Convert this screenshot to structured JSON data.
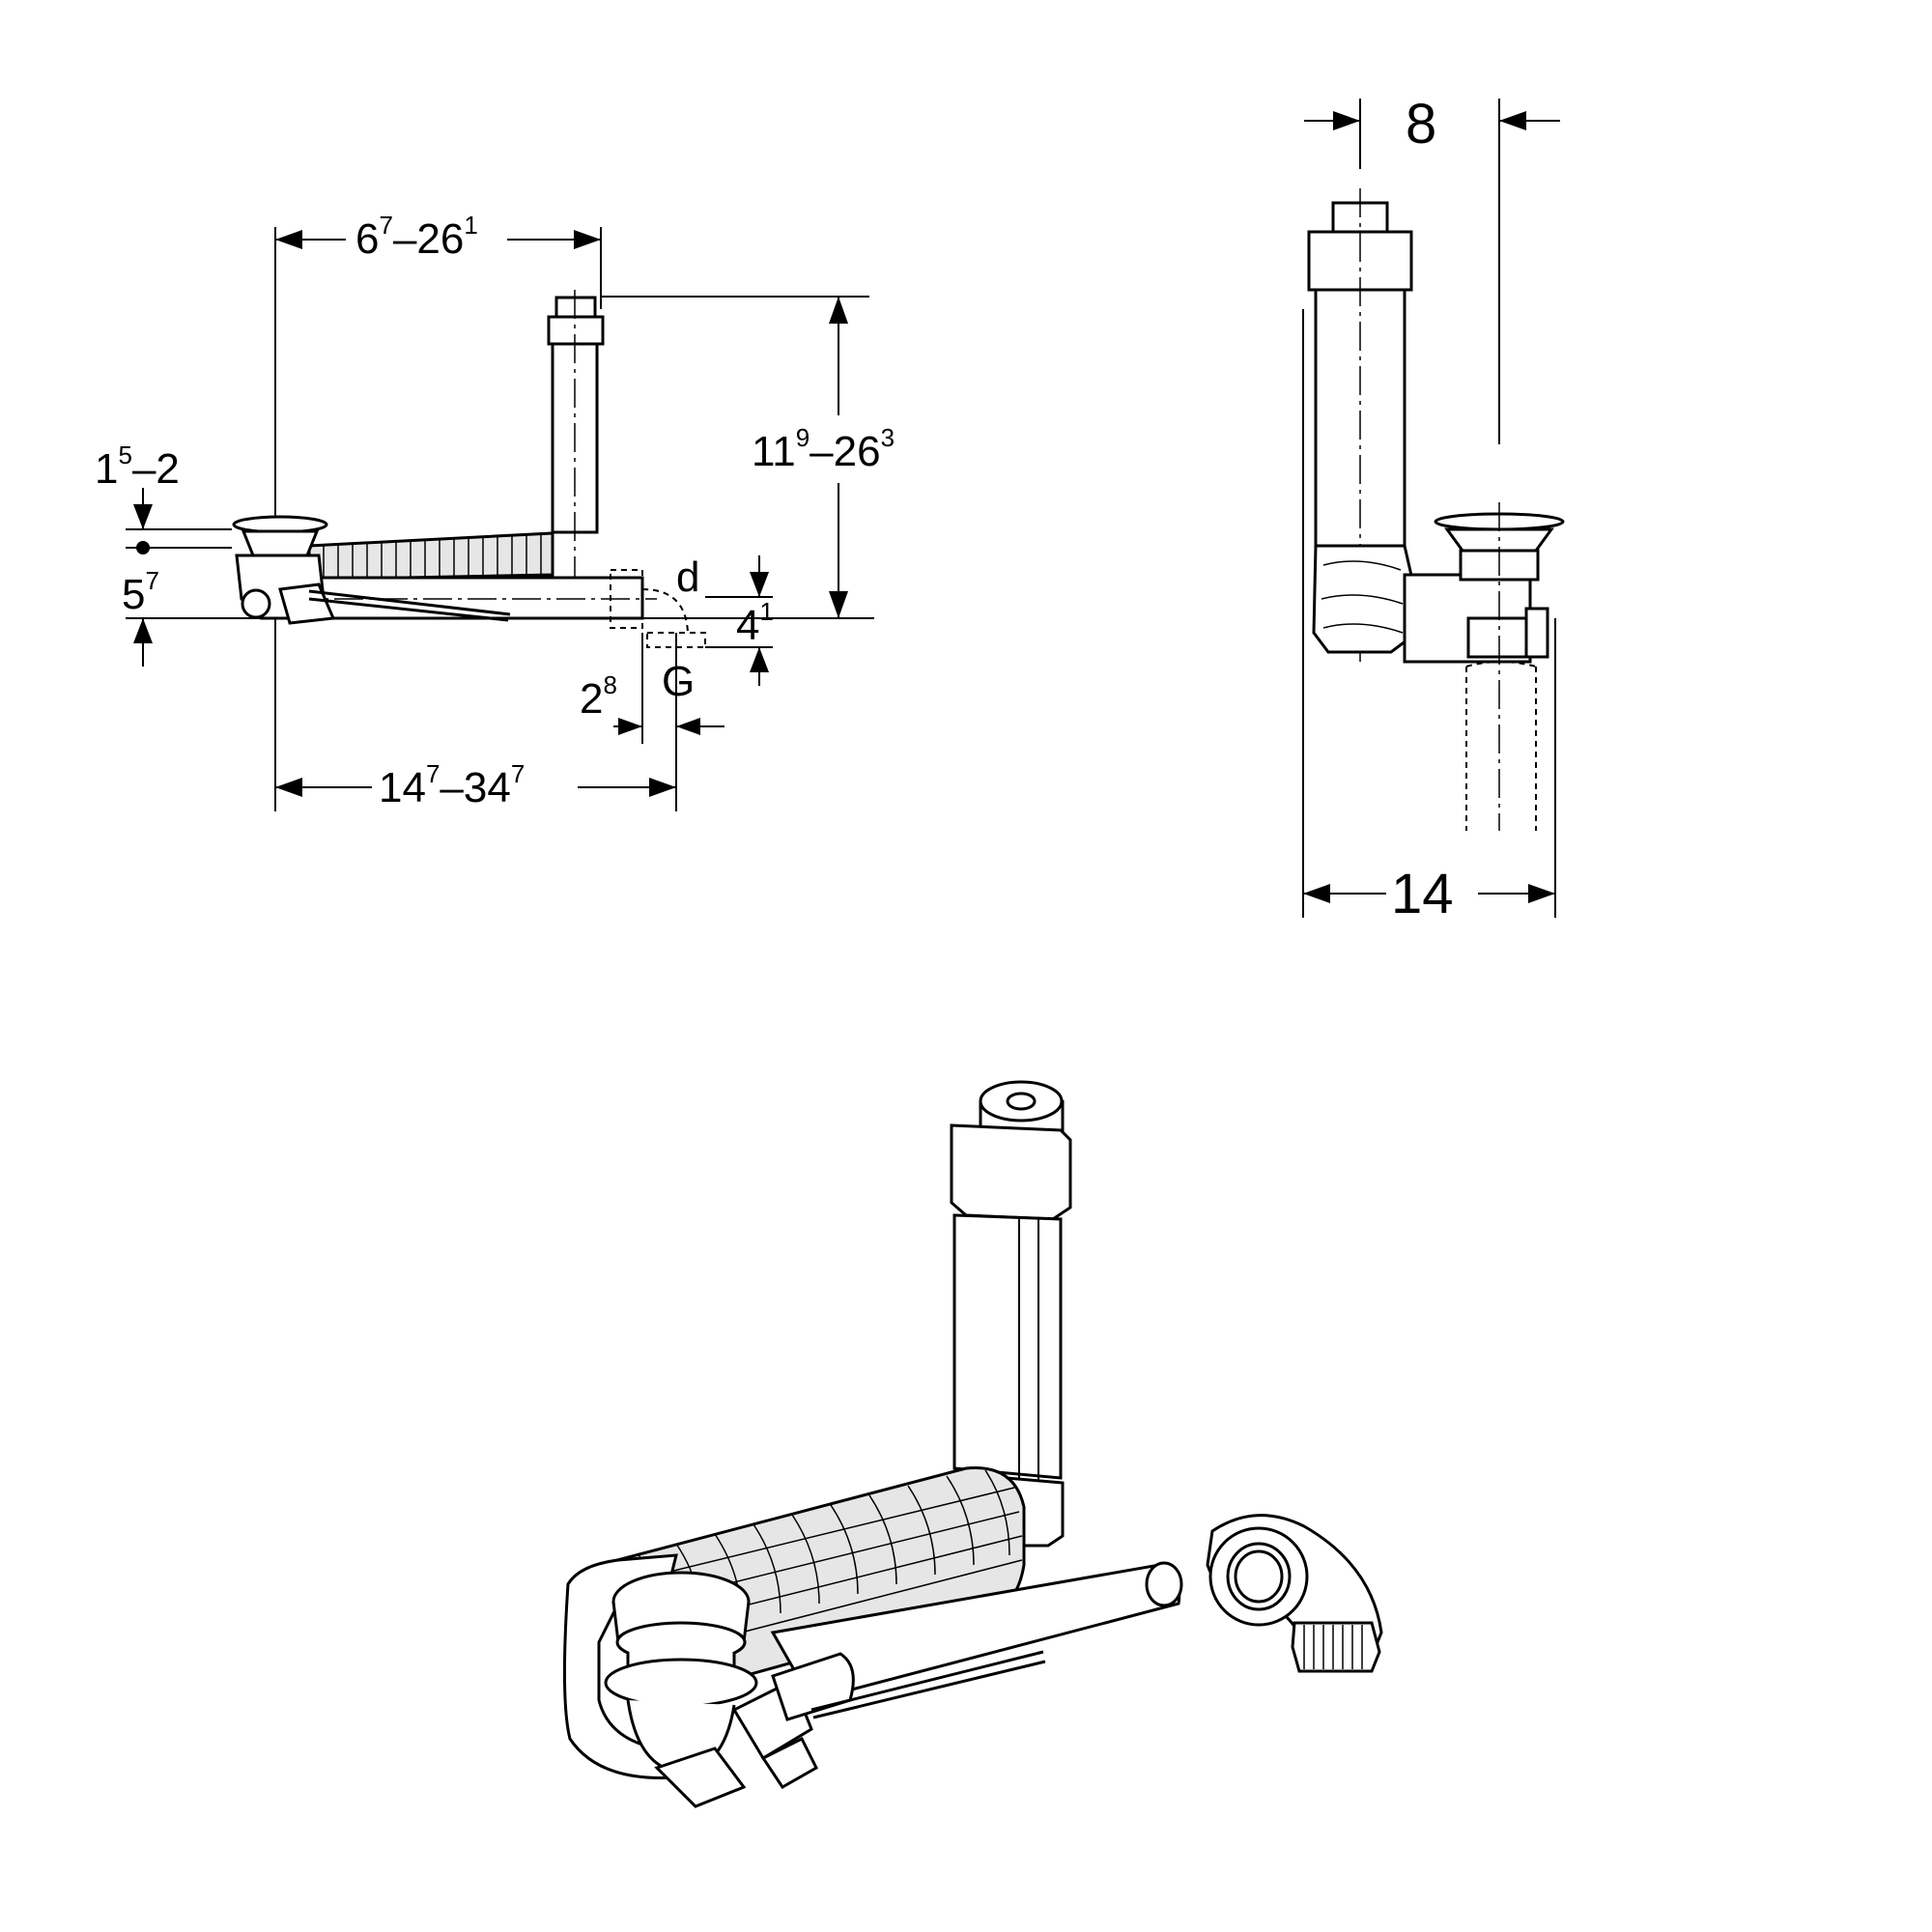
{
  "side_view": {
    "dim_top": {
      "base": "6",
      "sup1": "7",
      "mid": "–26",
      "sup2": "1"
    },
    "dim_height": {
      "base": "11",
      "sup1": "9",
      "mid": "–26",
      "sup2": "3"
    },
    "dim_rim": {
      "base": "1",
      "sup1": "5",
      "mid": "–2",
      "sup2": ""
    },
    "dim_depth": {
      "base": "5",
      "sup1": "7"
    },
    "dim_outlet_h": {
      "base": "4",
      "sup1": "1"
    },
    "dim_outlet_w": {
      "base": "2",
      "sup1": "8"
    },
    "dim_bottom": {
      "base": "14",
      "sup1": "7",
      "mid": "–34",
      "sup2": "7"
    },
    "label_d": "d",
    "label_G": "G"
  },
  "end_view": {
    "dim_top": "8",
    "dim_bottom": "14"
  }
}
